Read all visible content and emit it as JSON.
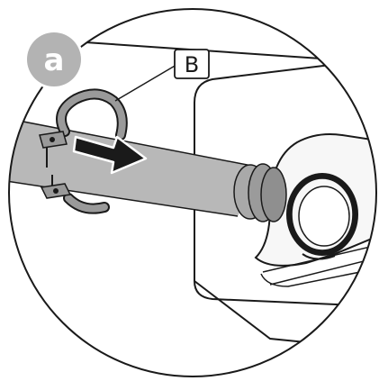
{
  "step": {
    "label": "a",
    "badge_color": "#b3b3b3"
  },
  "callout": {
    "label": "B"
  },
  "colors": {
    "pipe": "#b8b8b8",
    "pipe_end": "#a9a9a9",
    "outline": "#1a1a1a",
    "clamp": "#9a9a9a",
    "flange": "#f7f7f7",
    "background": "#ffffff"
  },
  "icons": [
    "step-badge",
    "push-arrow-icon",
    "pipe-clamp",
    "wall-flange-ring"
  ]
}
